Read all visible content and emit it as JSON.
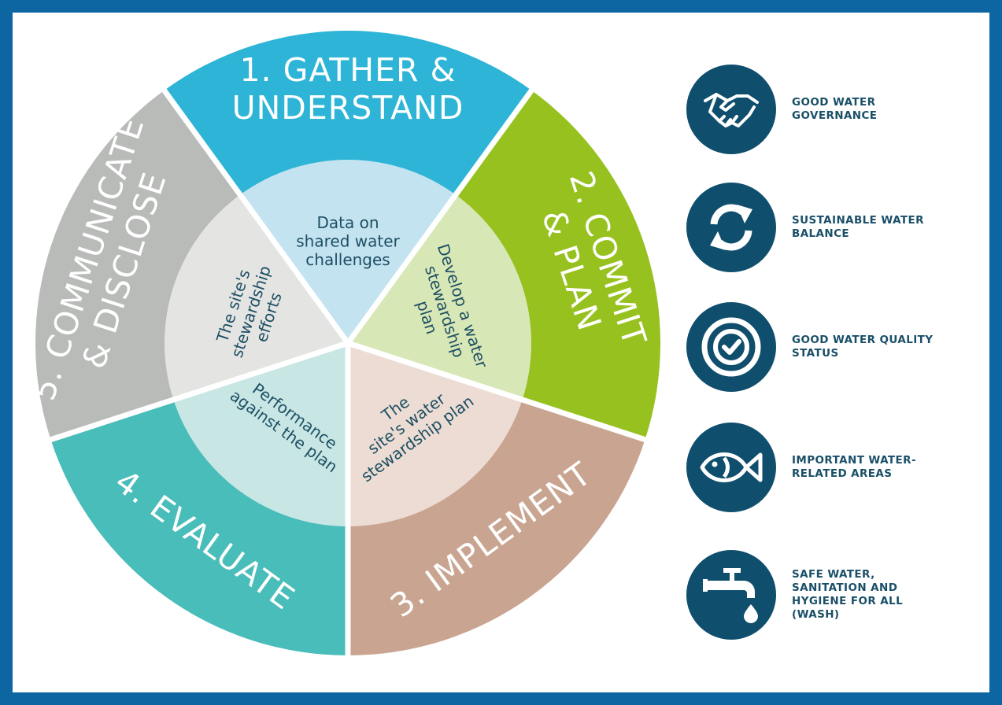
{
  "stages": [
    {
      "label_lines": [
        "1. GATHER &",
        "UNDERSTAND"
      ],
      "inner_lines": [
        "Data on",
        "shared water",
        "challenges"
      ],
      "color": "#2db4d6",
      "inner_color": "#c4e3f0"
    },
    {
      "label_lines": [
        "2. COMMIT",
        "& PLAN"
      ],
      "inner_lines": [
        "Develop a water",
        "stewardship",
        "plan"
      ],
      "color": "#96c11f",
      "inner_color": "#d8e7b6"
    },
    {
      "label_lines": [
        "3. IMPLEMENT"
      ],
      "inner_lines": [
        "The",
        "site's water",
        "stewardship plan"
      ],
      "color": "#c9a591",
      "inner_color": "#ecdcd3"
    },
    {
      "label_lines": [
        "4. EVALUATE"
      ],
      "inner_lines": [
        "Performance",
        "against the plan"
      ],
      "color": "#49bdb9",
      "inner_color": "#c8e6e4"
    },
    {
      "label_lines": [
        "5. COMMUNICATE",
        "& DISCLOSE"
      ],
      "inner_lines": [
        "The site's",
        "stewardship",
        "efforts"
      ],
      "color": "#b9bbb9",
      "inner_color": "#e4e4e3"
    }
  ],
  "outcomes": [
    {
      "icon": "handshake-icon",
      "text": "GOOD WATER GOVERNANCE"
    },
    {
      "icon": "recycle-arrows-icon",
      "text": "SUSTAINABLE WATER BALANCE"
    },
    {
      "icon": "checkmark-target-icon",
      "text": "GOOD WATER QUALITY STATUS"
    },
    {
      "icon": "fish-icon",
      "text": "IMPORTANT WATER-RELATED AREAS"
    },
    {
      "icon": "water-tap-icon",
      "text": "SAFE WATER, SANITATION AND HYGIENE FOR ALL (WASH)"
    }
  ],
  "colors": {
    "border": "#0d66a1",
    "icon_circle": "#0f4e6c",
    "outcome_text": "#1a4f68",
    "inner_text": "#1d4f63"
  }
}
